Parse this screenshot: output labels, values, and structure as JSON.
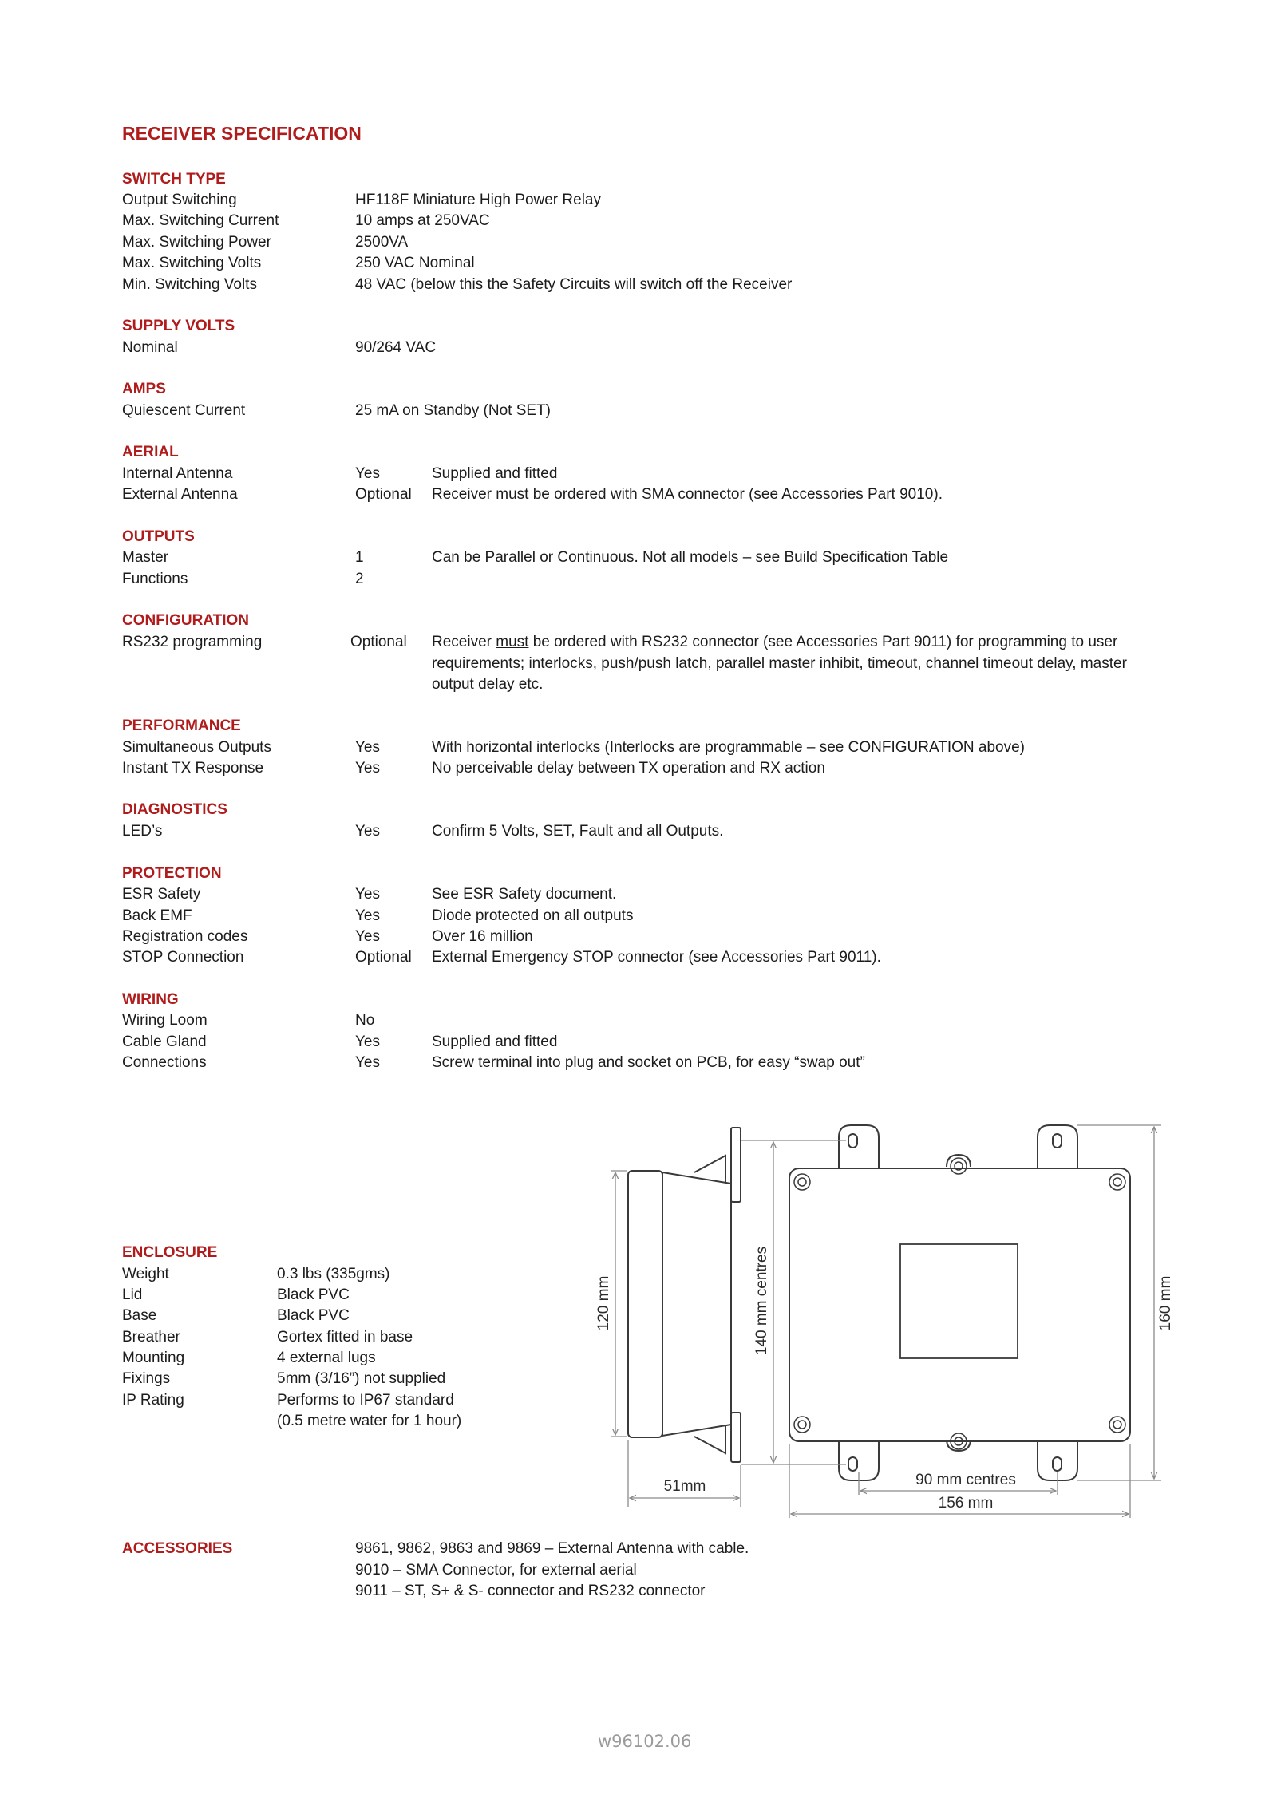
{
  "title": "RECEIVER SPECIFICATION",
  "switch_type": {
    "heading": "SWITCH TYPE",
    "rows": [
      {
        "label": "Output Switching",
        "value": "HF118F Miniature High Power Relay"
      },
      {
        "label": "Max. Switching Current",
        "value": "10 amps at 250VAC"
      },
      {
        "label": "Max. Switching Power",
        "value": "2500VA"
      },
      {
        "label": "Max. Switching Volts",
        "value": "250 VAC Nominal"
      },
      {
        "label": "Min. Switching Volts",
        "value": "48 VAC (below this the Safety Circuits will switch off the Receiver"
      }
    ]
  },
  "supply_volts": {
    "heading": "SUPPLY VOLTS",
    "rows": [
      {
        "label": "Nominal",
        "value": "90/264 VAC"
      }
    ]
  },
  "amps": {
    "heading": "AMPS",
    "rows": [
      {
        "label": "Quiescent Current",
        "value": "25 mA on Standby (Not SET)"
      }
    ]
  },
  "aerial": {
    "heading": "AERIAL",
    "internal": {
      "label": "Internal Antenna",
      "value": "Yes",
      "note": "Supplied and fitted"
    },
    "external": {
      "label": "External Antenna",
      "value": "Optional",
      "note_pre": "Receiver ",
      "note_underline": "must",
      "note_post": " be ordered with SMA connector (see Accessories Part 9010)."
    }
  },
  "outputs": {
    "heading": "OUTPUTS",
    "rows": [
      {
        "label": "Master",
        "value": "1",
        "note": "Can be Parallel or Continuous. Not all models – see Build Specification Table"
      },
      {
        "label": "Functions",
        "value": "2",
        "note": ""
      }
    ]
  },
  "configuration": {
    "heading": "CONFIGURATION",
    "label": "RS232 programming",
    "value": "Optional",
    "note_pre": "Receiver ",
    "note_underline": "must",
    "note_post": " be ordered with RS232 connector (see Accessories Part 9011) for programming to user requirements; interlocks, push/push latch, parallel master inhibit, timeout, channel timeout delay, master output delay etc."
  },
  "performance": {
    "heading": "PERFORMANCE",
    "rows": [
      {
        "label": "Simultaneous Outputs",
        "value": "Yes",
        "note": "With horizontal interlocks (Interlocks are programmable – see CONFIGURATION above)"
      },
      {
        "label": "Instant TX Response",
        "value": "Yes",
        "note": "No perceivable delay between TX operation and RX action"
      }
    ]
  },
  "diagnostics": {
    "heading": "DIAGNOSTICS",
    "rows": [
      {
        "label": "LED’s",
        "value": "Yes",
        "note": "Confirm 5 Volts, SET, Fault and all Outputs."
      }
    ]
  },
  "protection": {
    "heading": "PROTECTION",
    "rows": [
      {
        "label": "ESR Safety",
        "value": "Yes",
        "note": "See ESR Safety document."
      },
      {
        "label": "Back EMF",
        "value": "Yes",
        "note": "Diode protected on all outputs"
      },
      {
        "label": "Registration codes",
        "value": "Yes",
        "note": "Over 16 million"
      },
      {
        "label": "STOP Connection",
        "value": "Optional",
        "note": "External Emergency STOP connector (see Accessories Part 9011)."
      }
    ]
  },
  "wiring": {
    "heading": "WIRING",
    "rows": [
      {
        "label": "Wiring Loom",
        "value": "No",
        "note": ""
      },
      {
        "label": "Cable Gland",
        "value": "Yes",
        "note": "Supplied and fitted"
      },
      {
        "label": "Connections",
        "value": "Yes",
        "note": "Screw terminal into plug and socket on PCB, for easy “swap out”"
      }
    ]
  },
  "enclosure": {
    "heading": "ENCLOSURE",
    "rows": [
      {
        "label": "Weight",
        "value": "0.3 lbs (335gms)"
      },
      {
        "label": "Lid",
        "value": "Black PVC"
      },
      {
        "label": "Base",
        "value": "Black PVC"
      },
      {
        "label": "Breather",
        "value": "Gortex fitted in base"
      },
      {
        "label": "Mounting",
        "value": "4 external lugs"
      },
      {
        "label": "Fixings",
        "value": "5mm (3/16”) not supplied"
      },
      {
        "label": "IP Rating",
        "value": "Performs to IP67 standard"
      },
      {
        "label": "",
        "value": "(0.5 metre water for 1 hour)"
      }
    ]
  },
  "diagram": {
    "height_label": "120 mm",
    "depth_label": "51mm",
    "lug_centres_label": "140 mm centres",
    "overall_height_label": "160 mm",
    "width_centres_label": "90 mm centres",
    "width_label": "156 mm",
    "line_color": "#3a3a3a",
    "dim_color": "#8a8a8a"
  },
  "accessories": {
    "heading": "ACCESSORIES",
    "items": [
      "9861, 9862, 9863 and 9869 – External Antenna with cable.",
      "9010 – SMA Connector, for external aerial",
      "9011 – ST, S+ & S- connector and RS232 connector"
    ]
  },
  "footer": "w96102.06",
  "colors": {
    "heading": "#b01c1c",
    "text": "#1c1c1c",
    "footer": "#9a9a9a"
  }
}
